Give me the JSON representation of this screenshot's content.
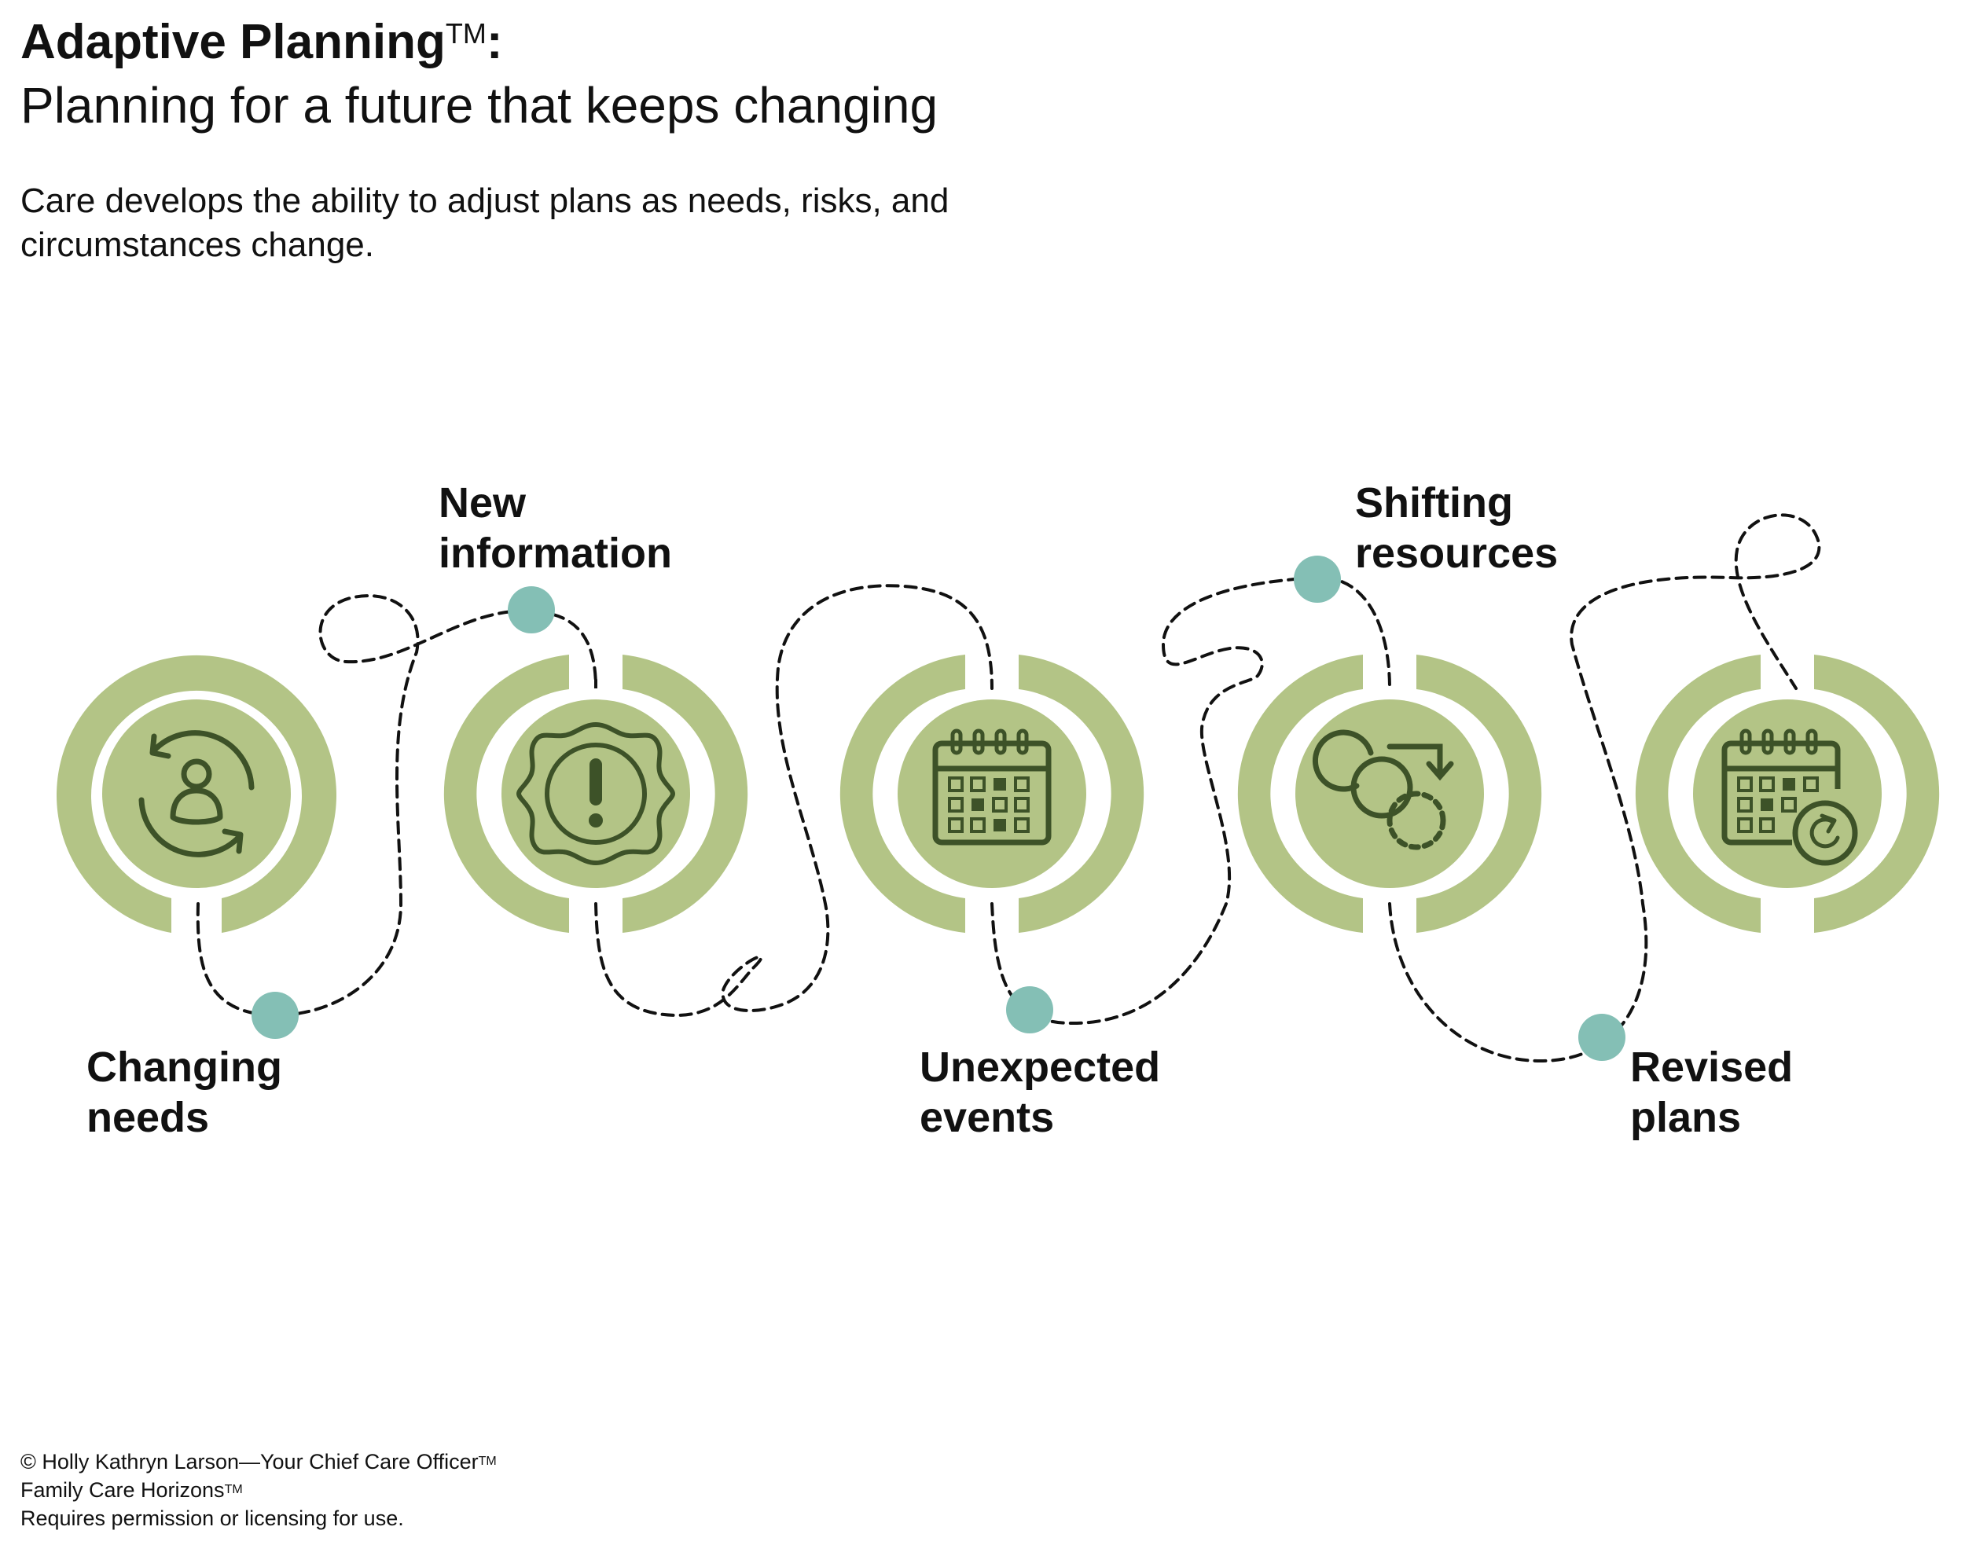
{
  "header": {
    "title": "Adaptive Planning",
    "title_mark": "TM",
    "title_colon": ":",
    "subtitle": "Planning for a future that keeps changing",
    "description": "Care develops the ability to adjust plans as needs, risks, and circumstances change."
  },
  "steps": [
    {
      "label_line1": "Changing",
      "label_line2": "needs",
      "icon": "person-cycle-icon"
    },
    {
      "label_line1": "New",
      "label_line2": "information",
      "icon": "alert-badge-icon"
    },
    {
      "label_line1": "Unexpected",
      "label_line2": "events",
      "icon": "calendar-icon"
    },
    {
      "label_line1": "Shifting",
      "label_line2": "resources",
      "icon": "circles-shift-icon"
    },
    {
      "label_line1": "Revised",
      "label_line2": "plans",
      "icon": "calendar-refresh-icon"
    }
  ],
  "footer": {
    "line1": "© Holly Kathryn Larson—Your Chief Care Officer",
    "line1_mark": "TM",
    "line2": "Family Care Horizons",
    "line2_mark": "TM",
    "line3": "Requires permission or licensing for use."
  },
  "colors": {
    "ring": "#b3c486",
    "icon": "#3d5228",
    "dot": "#84bfb5",
    "path": "#111111"
  }
}
